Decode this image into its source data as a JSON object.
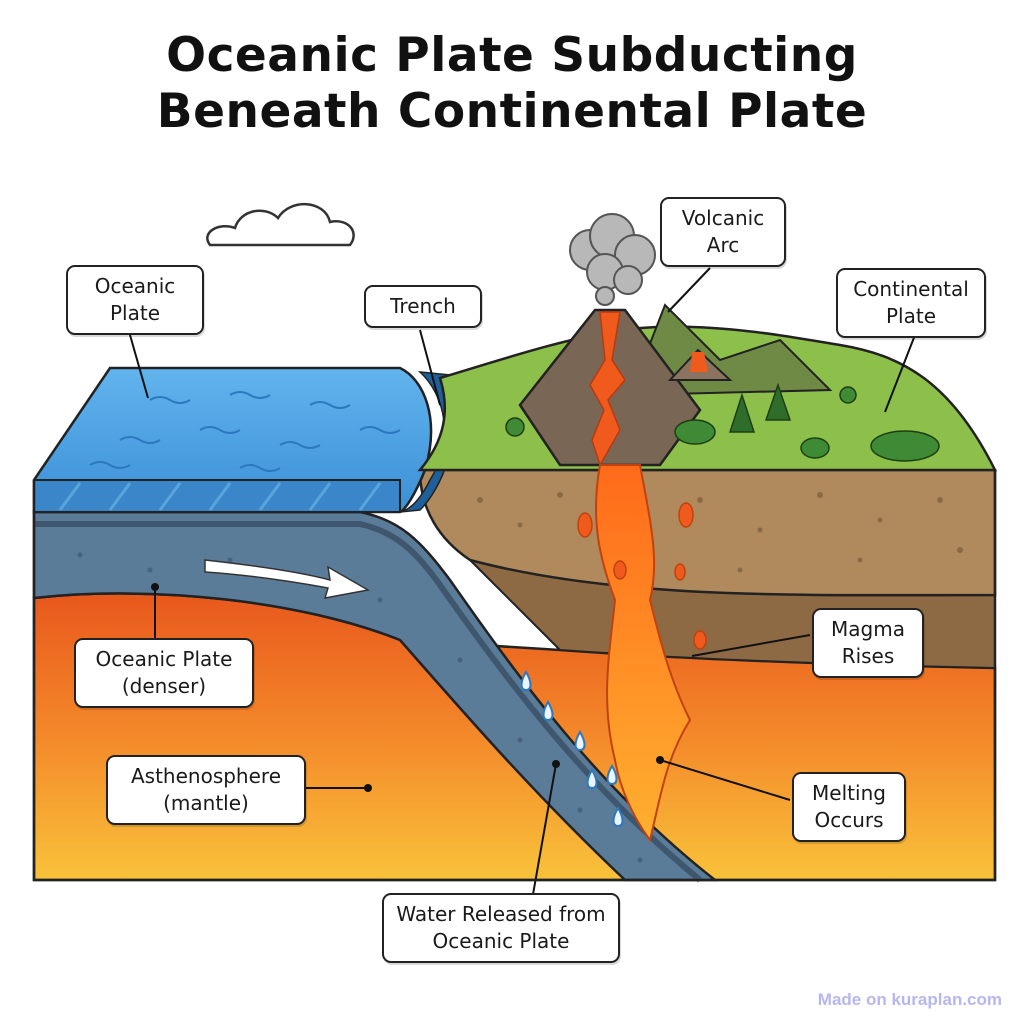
{
  "title": {
    "line1": "Oceanic Plate Subducting",
    "line2": "Beneath Continental Plate"
  },
  "labels": {
    "oceanic_plate": {
      "line1": "Oceanic",
      "line2": "Plate"
    },
    "trench": {
      "line1": "Trench"
    },
    "volcanic_arc": {
      "line1": "Volcanic",
      "line2": "Arc"
    },
    "continental_plate": {
      "line1": "Continental",
      "line2": "Plate"
    },
    "oceanic_denser": {
      "line1": "Oceanic Plate",
      "line2": "(denser)"
    },
    "magma_rises": {
      "line1": "Magma",
      "line2": "Rises"
    },
    "asthenosphere": {
      "line1": "Asthenosphere",
      "line2": "(mantle)"
    },
    "melting_occurs": {
      "line1": "Melting",
      "line2": "Occurs"
    },
    "water_released": {
      "line1": "Water Released from",
      "line2": "Oceanic Plate"
    }
  },
  "credit": "Made on kuraplan.com",
  "colors": {
    "ocean": "#4fa3e0",
    "oceanic_crust": "#5b7c99",
    "asthenosphere": "#f08a24",
    "continental_crust": "#b08a5c",
    "land": "#8cc04a",
    "magma": "#f05a1c"
  }
}
